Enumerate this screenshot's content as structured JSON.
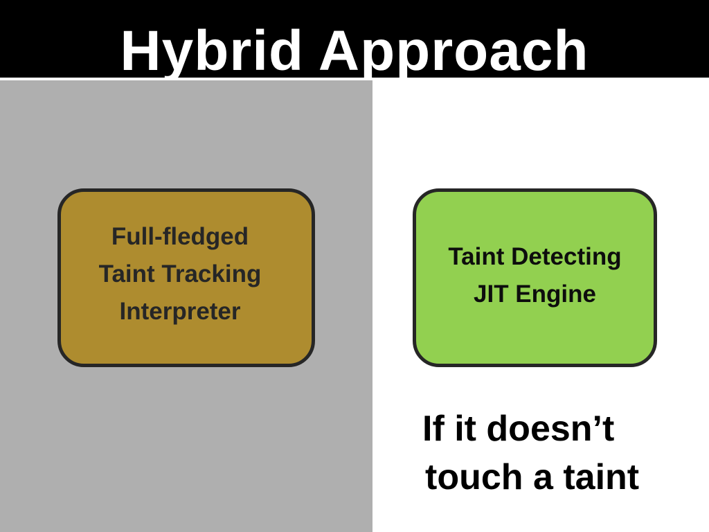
{
  "slide": {
    "title": "Hybrid Approach"
  },
  "left_box": {
    "lines": [
      "Full-fledged",
      "Taint Tracking",
      "Interpreter"
    ],
    "fill_color": "#ae8c2f"
  },
  "right_box": {
    "lines": [
      "Taint Detecting",
      "JIT Engine"
    ],
    "fill_color": "#92d050"
  },
  "caption": {
    "lines": [
      "If it doesn’t",
      "touch a taint"
    ]
  },
  "colors": {
    "title_bar": "#000000",
    "left_panel": "#afafaf",
    "right_panel": "#ffffff",
    "box_border": "#262626"
  }
}
